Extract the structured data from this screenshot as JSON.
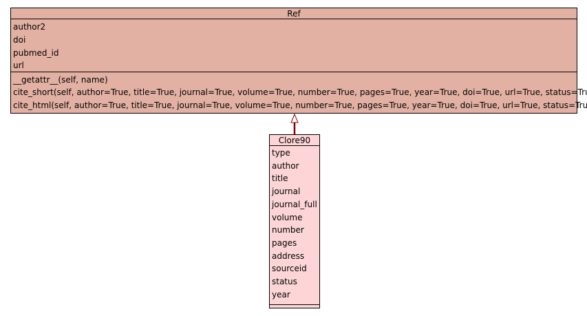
{
  "ref": {
    "name": "Ref",
    "attributes": [
      "author2",
      "doi",
      "pubmed_id",
      "url"
    ],
    "operations": [
      "__getattr__(self, name)",
      "cite_short(self, author=True, title=True, journal=True, volume=True, number=True, pages=True, year=True, doi=True, url=True, status=True)",
      "cite_html(self, author=True, title=True, journal=True, volume=True, number=True, pages=True, year=True, doi=True, url=True, status=True)"
    ]
  },
  "clore": {
    "name": "Clore90",
    "attributes": [
      "type",
      "author",
      "title",
      "journal",
      "journal_full",
      "volume",
      "number",
      "pages",
      "address",
      "sourceid",
      "status",
      "year"
    ],
    "operations": []
  },
  "colors": {
    "ref_fill": "#e3b1a4",
    "clore_fill": "#fdd5d6",
    "inheritance_line": "#8b0000"
  }
}
